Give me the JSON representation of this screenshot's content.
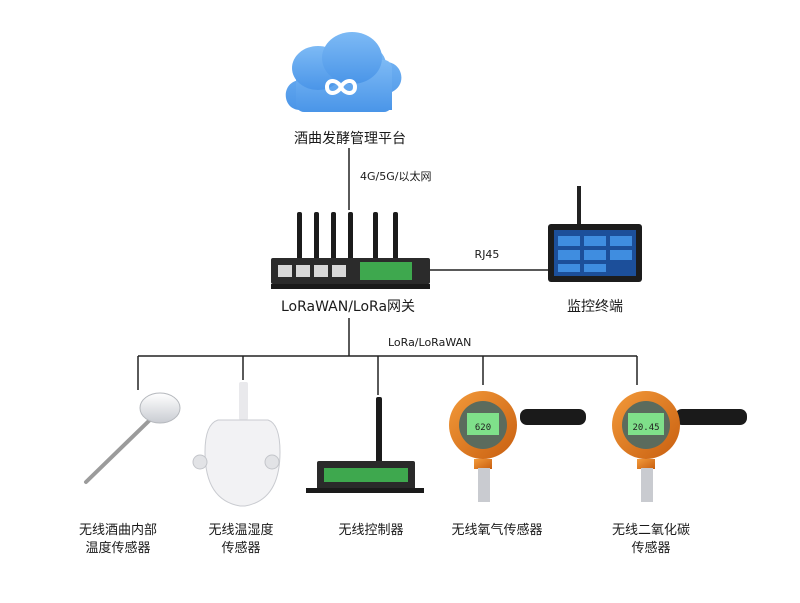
{
  "cloud": {
    "label": "酒曲发酵管理平台"
  },
  "links": {
    "uplink": "4G/5G/以太网",
    "monitor": "RJ45",
    "downlink": "LoRa/LoRaWAN"
  },
  "gateway": {
    "label": "LoRaWAN/LoRa网关"
  },
  "monitor": {
    "label": "监控终端"
  },
  "sensors": [
    {
      "line1": "无线酒曲内部",
      "line2": "温度传感器"
    },
    {
      "line1": "无线温湿度",
      "line2": "传感器"
    },
    {
      "line1": "无线控制器",
      "line2": ""
    },
    {
      "line1": "无线氧气传感器",
      "line2": ""
    },
    {
      "line1": "无线二氧化碳",
      "line2": "传感器"
    }
  ],
  "screens": {
    "o2_value": "620",
    "co2_value": "20.45"
  },
  "colors": {
    "cloud": "#5aa6f0",
    "detector": "#e07a1f",
    "screen_green": "#7fe08a"
  }
}
